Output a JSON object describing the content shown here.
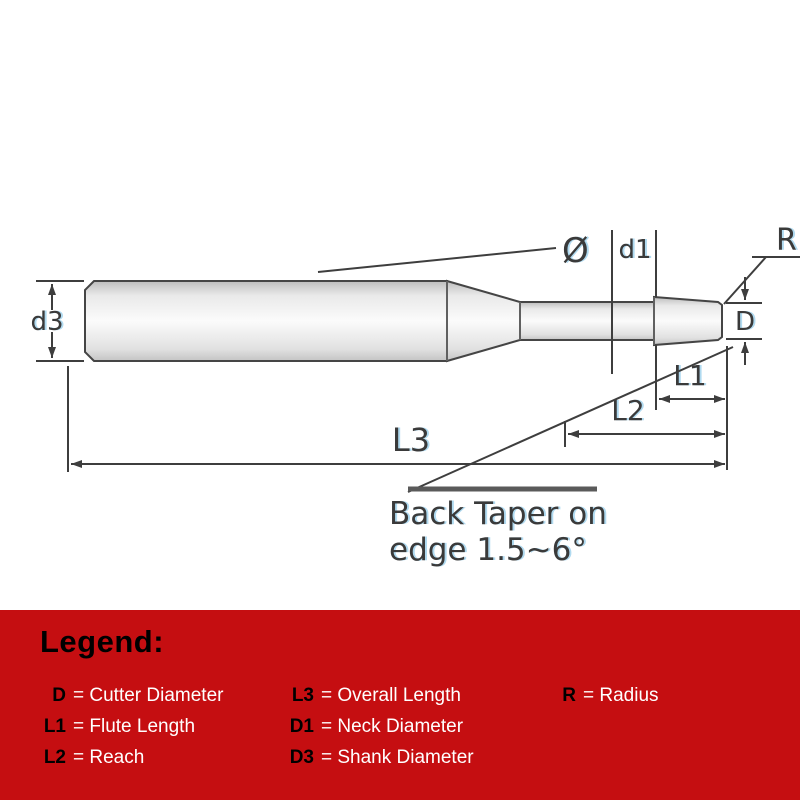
{
  "drawing": {
    "labels": {
      "shank_diameter": "d3",
      "diameter_symbol": "Ø",
      "neck_diameter": "d1",
      "radius": "R",
      "cutter_diameter": "D",
      "flute_length": "L1",
      "reach": "L2",
      "overall_length": "L3",
      "back_taper_line1": "Back Taper on",
      "back_taper_line2": "edge 1.5~6°"
    }
  },
  "legend": {
    "title": "Legend:",
    "items": [
      {
        "key": "D",
        "value": "= Cutter Diameter"
      },
      {
        "key": "L1",
        "value": "= Flute Length"
      },
      {
        "key": "L2",
        "value": "= Reach"
      },
      {
        "key": "L3",
        "value": "= Overall Length"
      },
      {
        "key": "D1",
        "value": "= Neck Diameter"
      },
      {
        "key": "D3",
        "value": "= Shank Diameter"
      },
      {
        "key": "R",
        "value": "= Radius"
      }
    ]
  },
  "colors": {
    "legend_background": "#c50e11",
    "legend_key": "#000000",
    "legend_value": "#ffffff",
    "line": "#3e3e3e",
    "label_fringe": "#96cdeb"
  }
}
